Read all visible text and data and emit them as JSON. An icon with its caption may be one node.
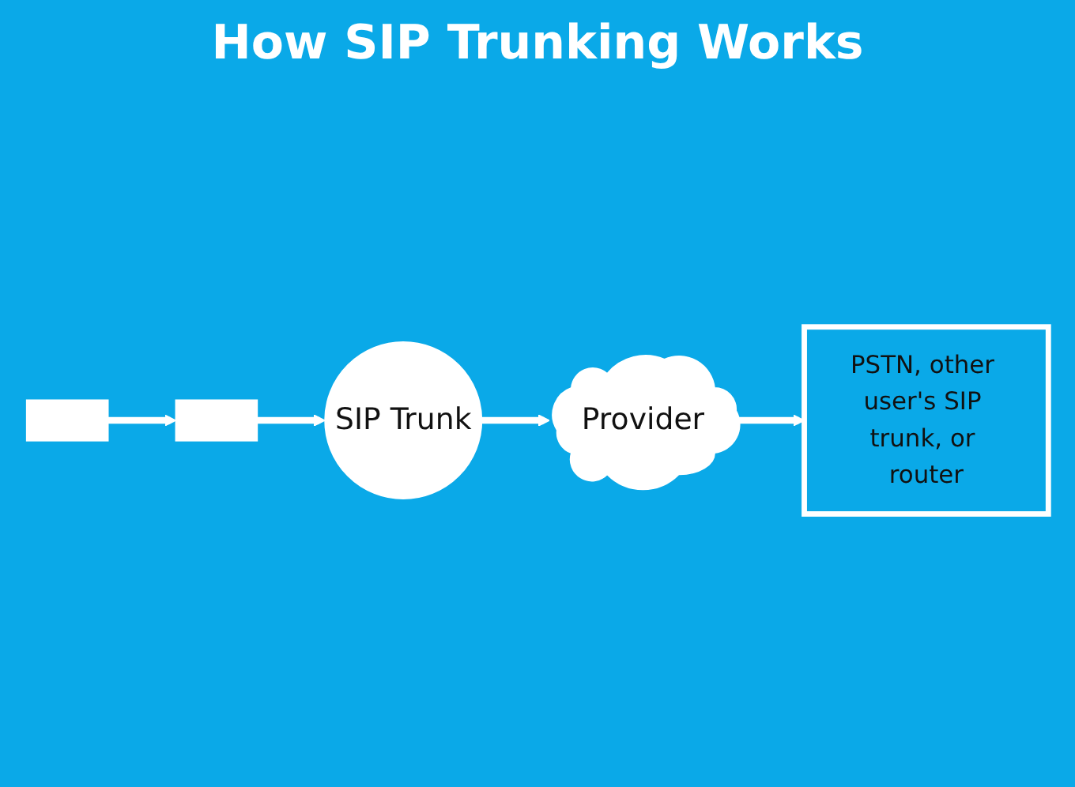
{
  "diagram": {
    "title": "How SIP Trunking Works",
    "nodes": [
      {
        "text": [],
        "shape": "picture"
      },
      {
        "text": [],
        "shape": "picture"
      },
      {
        "text": [
          "SIP Trunk"
        ]
      },
      {
        "text": [
          "Provider"
        ]
      },
      {
        "text": [
          "PSTN, other user's SIP trunk, or router"
        ]
      }
    ],
    "edges": [
      {
        "from": 0,
        "to": 1,
        "arrow": "to"
      },
      {
        "from": 1,
        "to": 2,
        "arrow": "to"
      },
      {
        "from": 2,
        "to": 3,
        "arrow": "to"
      },
      {
        "from": 3,
        "to": 4,
        "arrow": "to"
      }
    ]
  }
}
